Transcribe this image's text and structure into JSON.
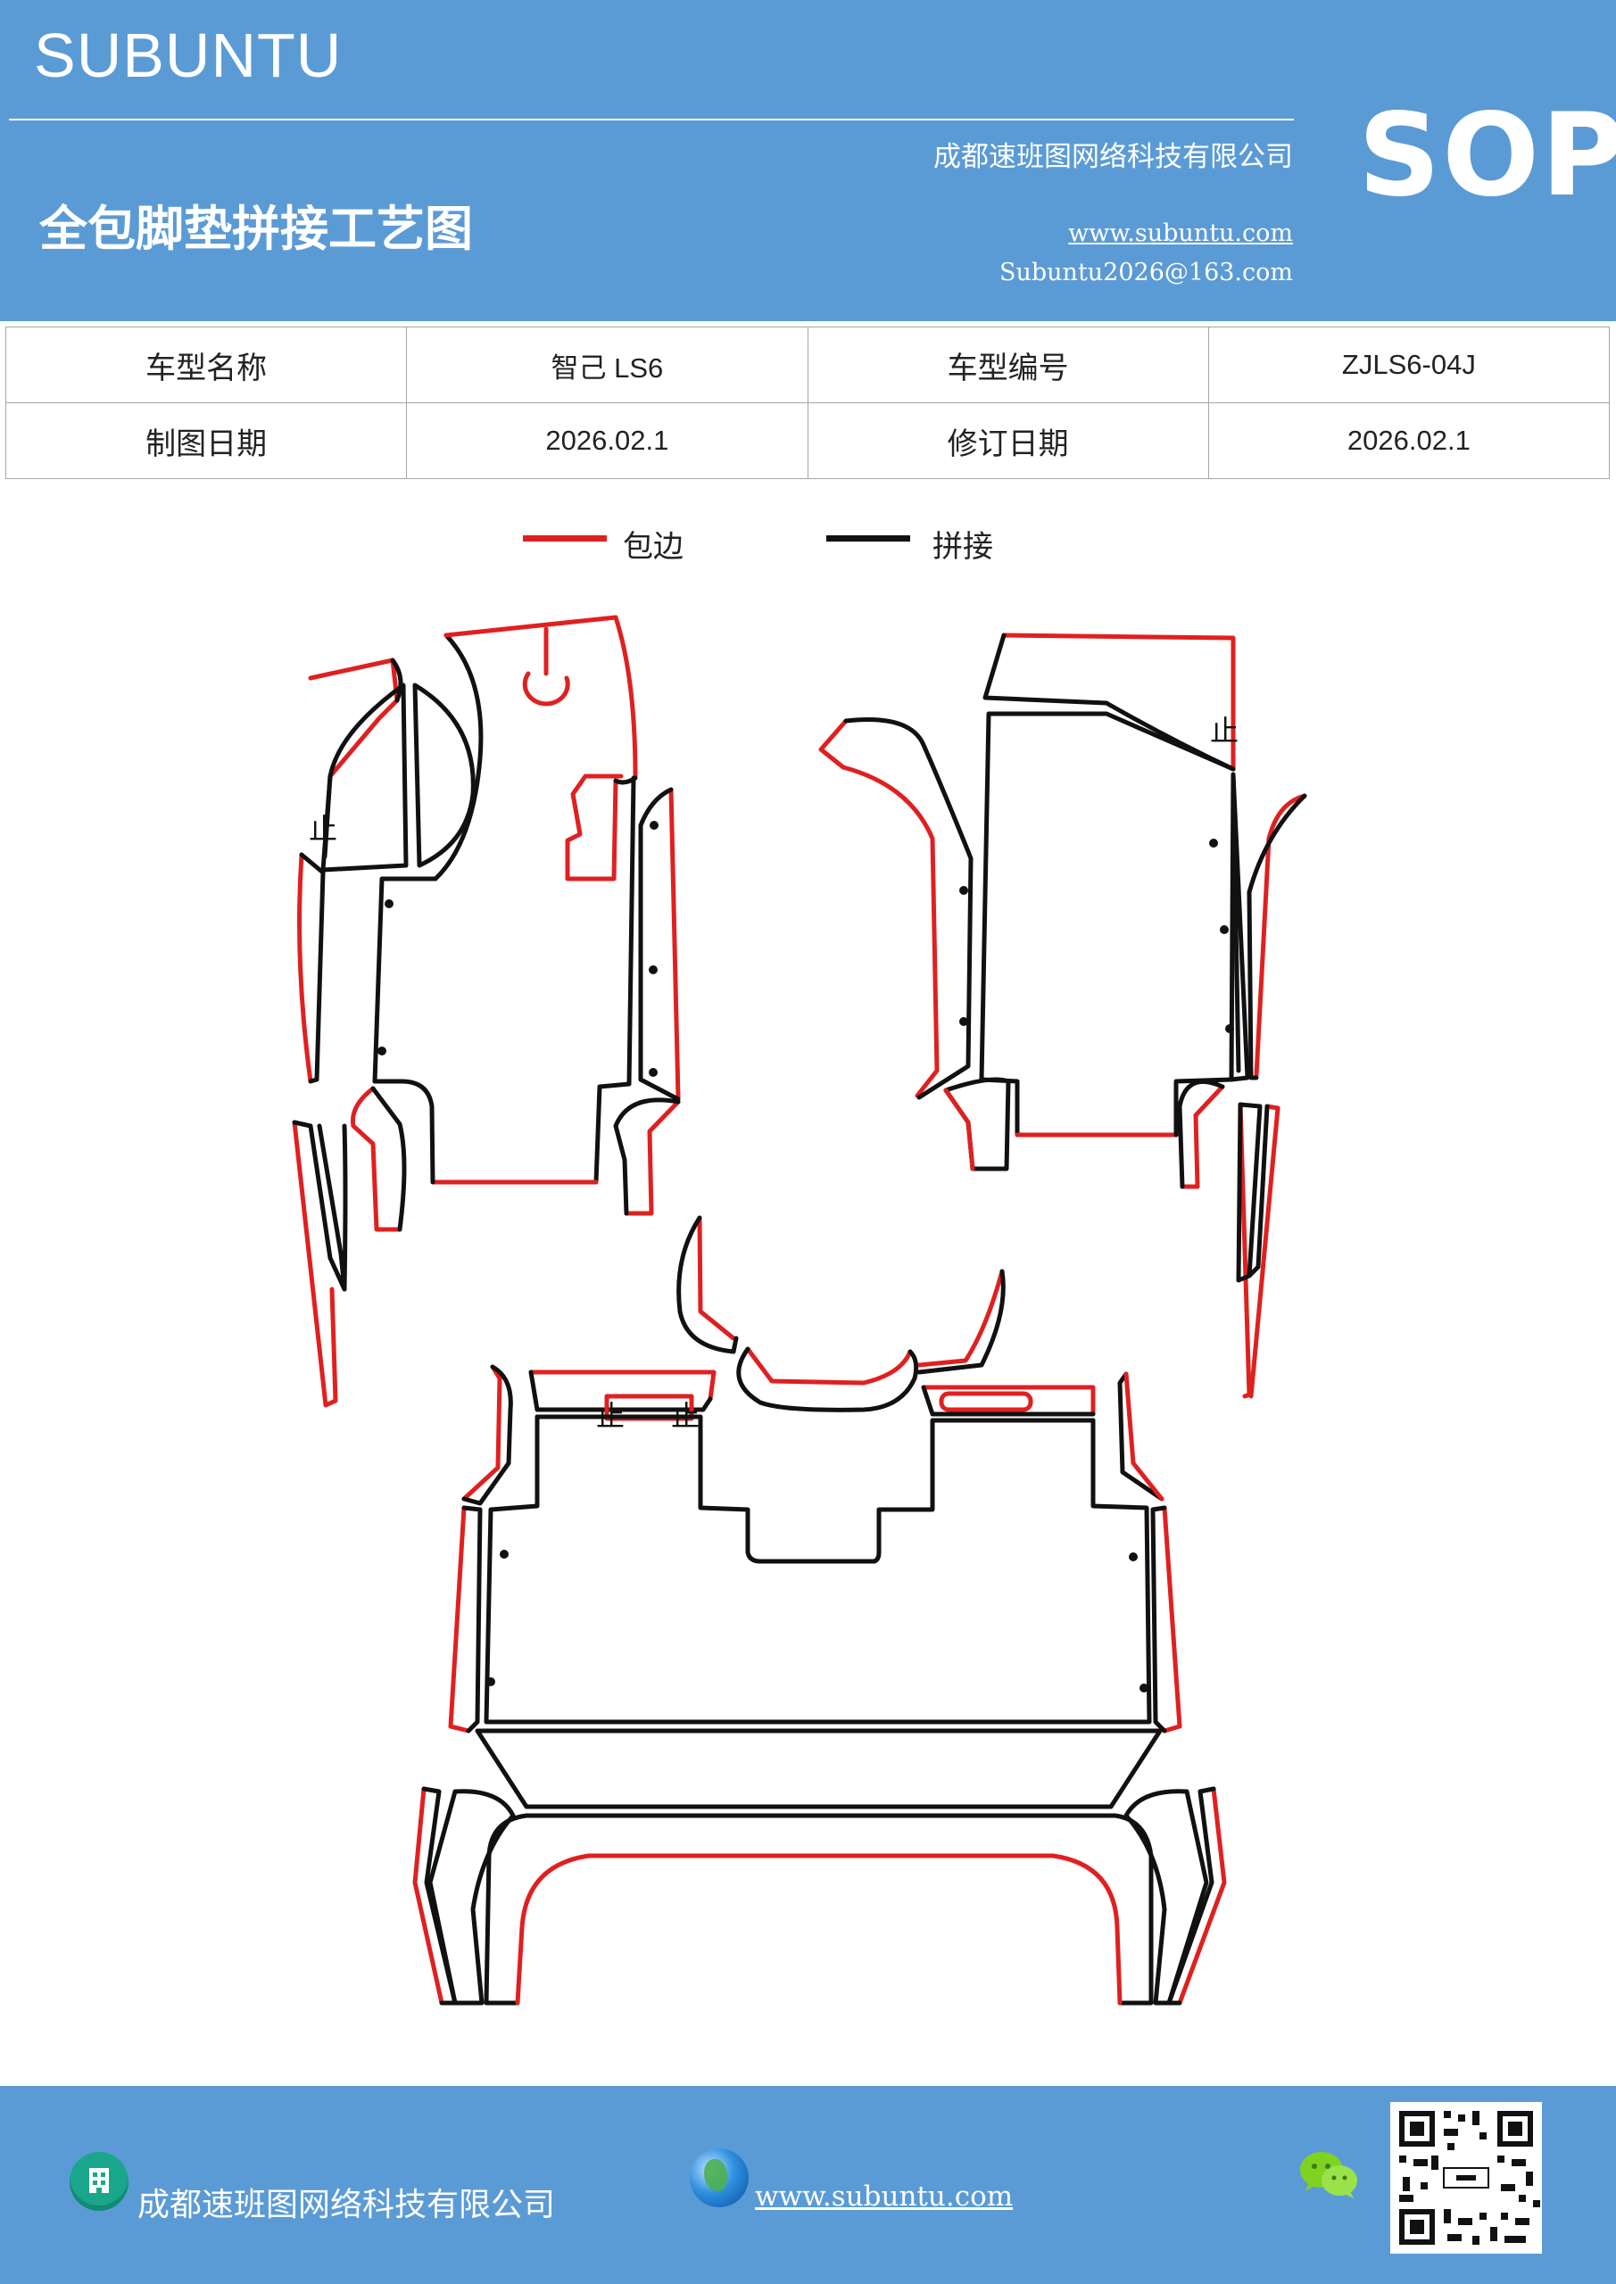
{
  "header": {
    "brand": "SUBUNTU",
    "badge": "SOP",
    "company": "成都速班图网络科技有限公司",
    "title": "全包脚垫拼接工艺图",
    "website": "www.subuntu.com",
    "email": "Subuntu2026@163.com"
  },
  "info_table": {
    "rows": [
      {
        "label1": "车型名称",
        "value1": "智己 LS6",
        "label2": "车型编号",
        "value2": "ZJLS6-04J"
      },
      {
        "label1": "制图日期",
        "value1": "2026.02.1",
        "label2": "修订日期",
        "value2": "2026.02.1"
      }
    ]
  },
  "legend": [
    {
      "label": "包边",
      "color": "#e02020"
    },
    {
      "label": "拼接",
      "color": "#111111"
    }
  ],
  "diagram": {
    "stop_mark": "止"
  },
  "footer": {
    "company": "成都速班图网络科技有限公司",
    "website": "www.subuntu.com",
    "icons": [
      "building-icon",
      "globe-icon",
      "wechat-icon",
      "qr-code"
    ]
  },
  "colors": {
    "header_bg": "#5b9bd5",
    "edge_binding": "#e02020",
    "seam": "#111111"
  }
}
